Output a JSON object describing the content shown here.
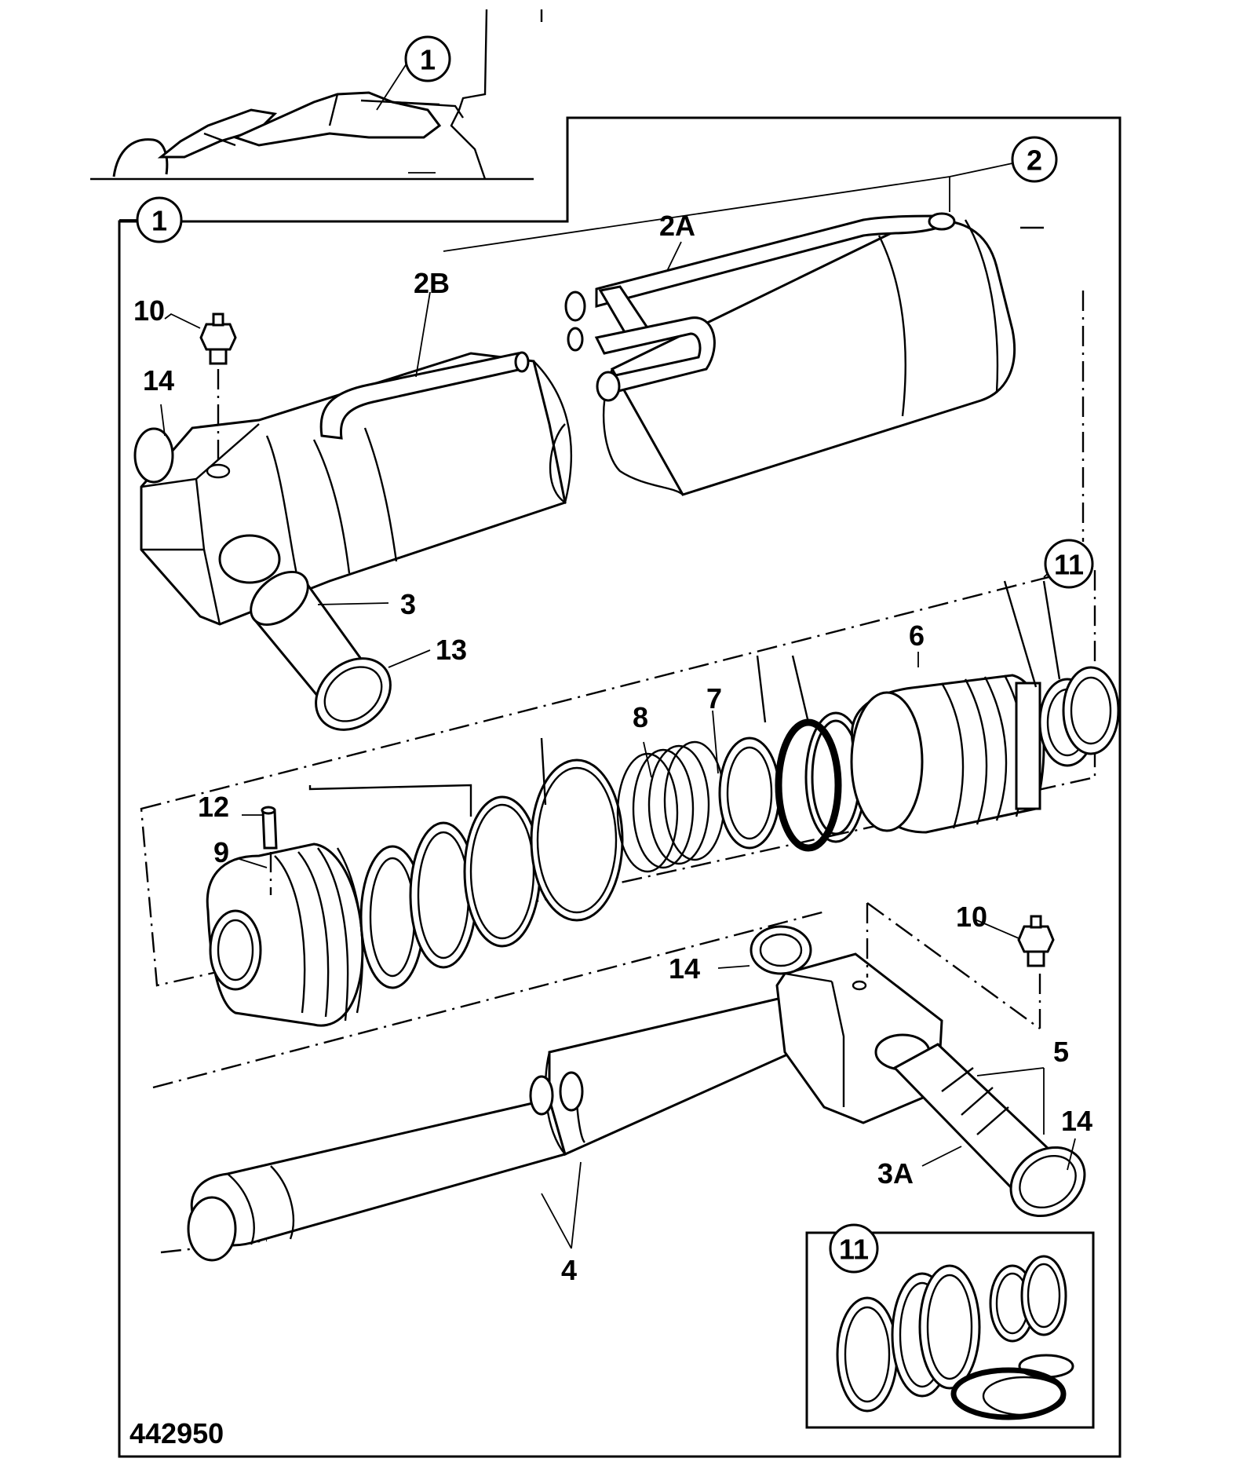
{
  "figure_number": "442950",
  "callouts": {
    "inset_1": "1",
    "main_1": "1",
    "c2": "2",
    "c2A": "2A",
    "c2B": "2B",
    "c3": "3",
    "c3A": "3A",
    "c4": "4",
    "c5": "5",
    "c6": "6",
    "c7": "7",
    "c8": "8",
    "c9": "9",
    "c10_top": "10",
    "c10_right": "10",
    "c11_top": "11",
    "c11_kit": "11",
    "c12": "12",
    "c13": "13",
    "c14_left": "14",
    "c14_mid": "14",
    "c14_right": "14"
  }
}
